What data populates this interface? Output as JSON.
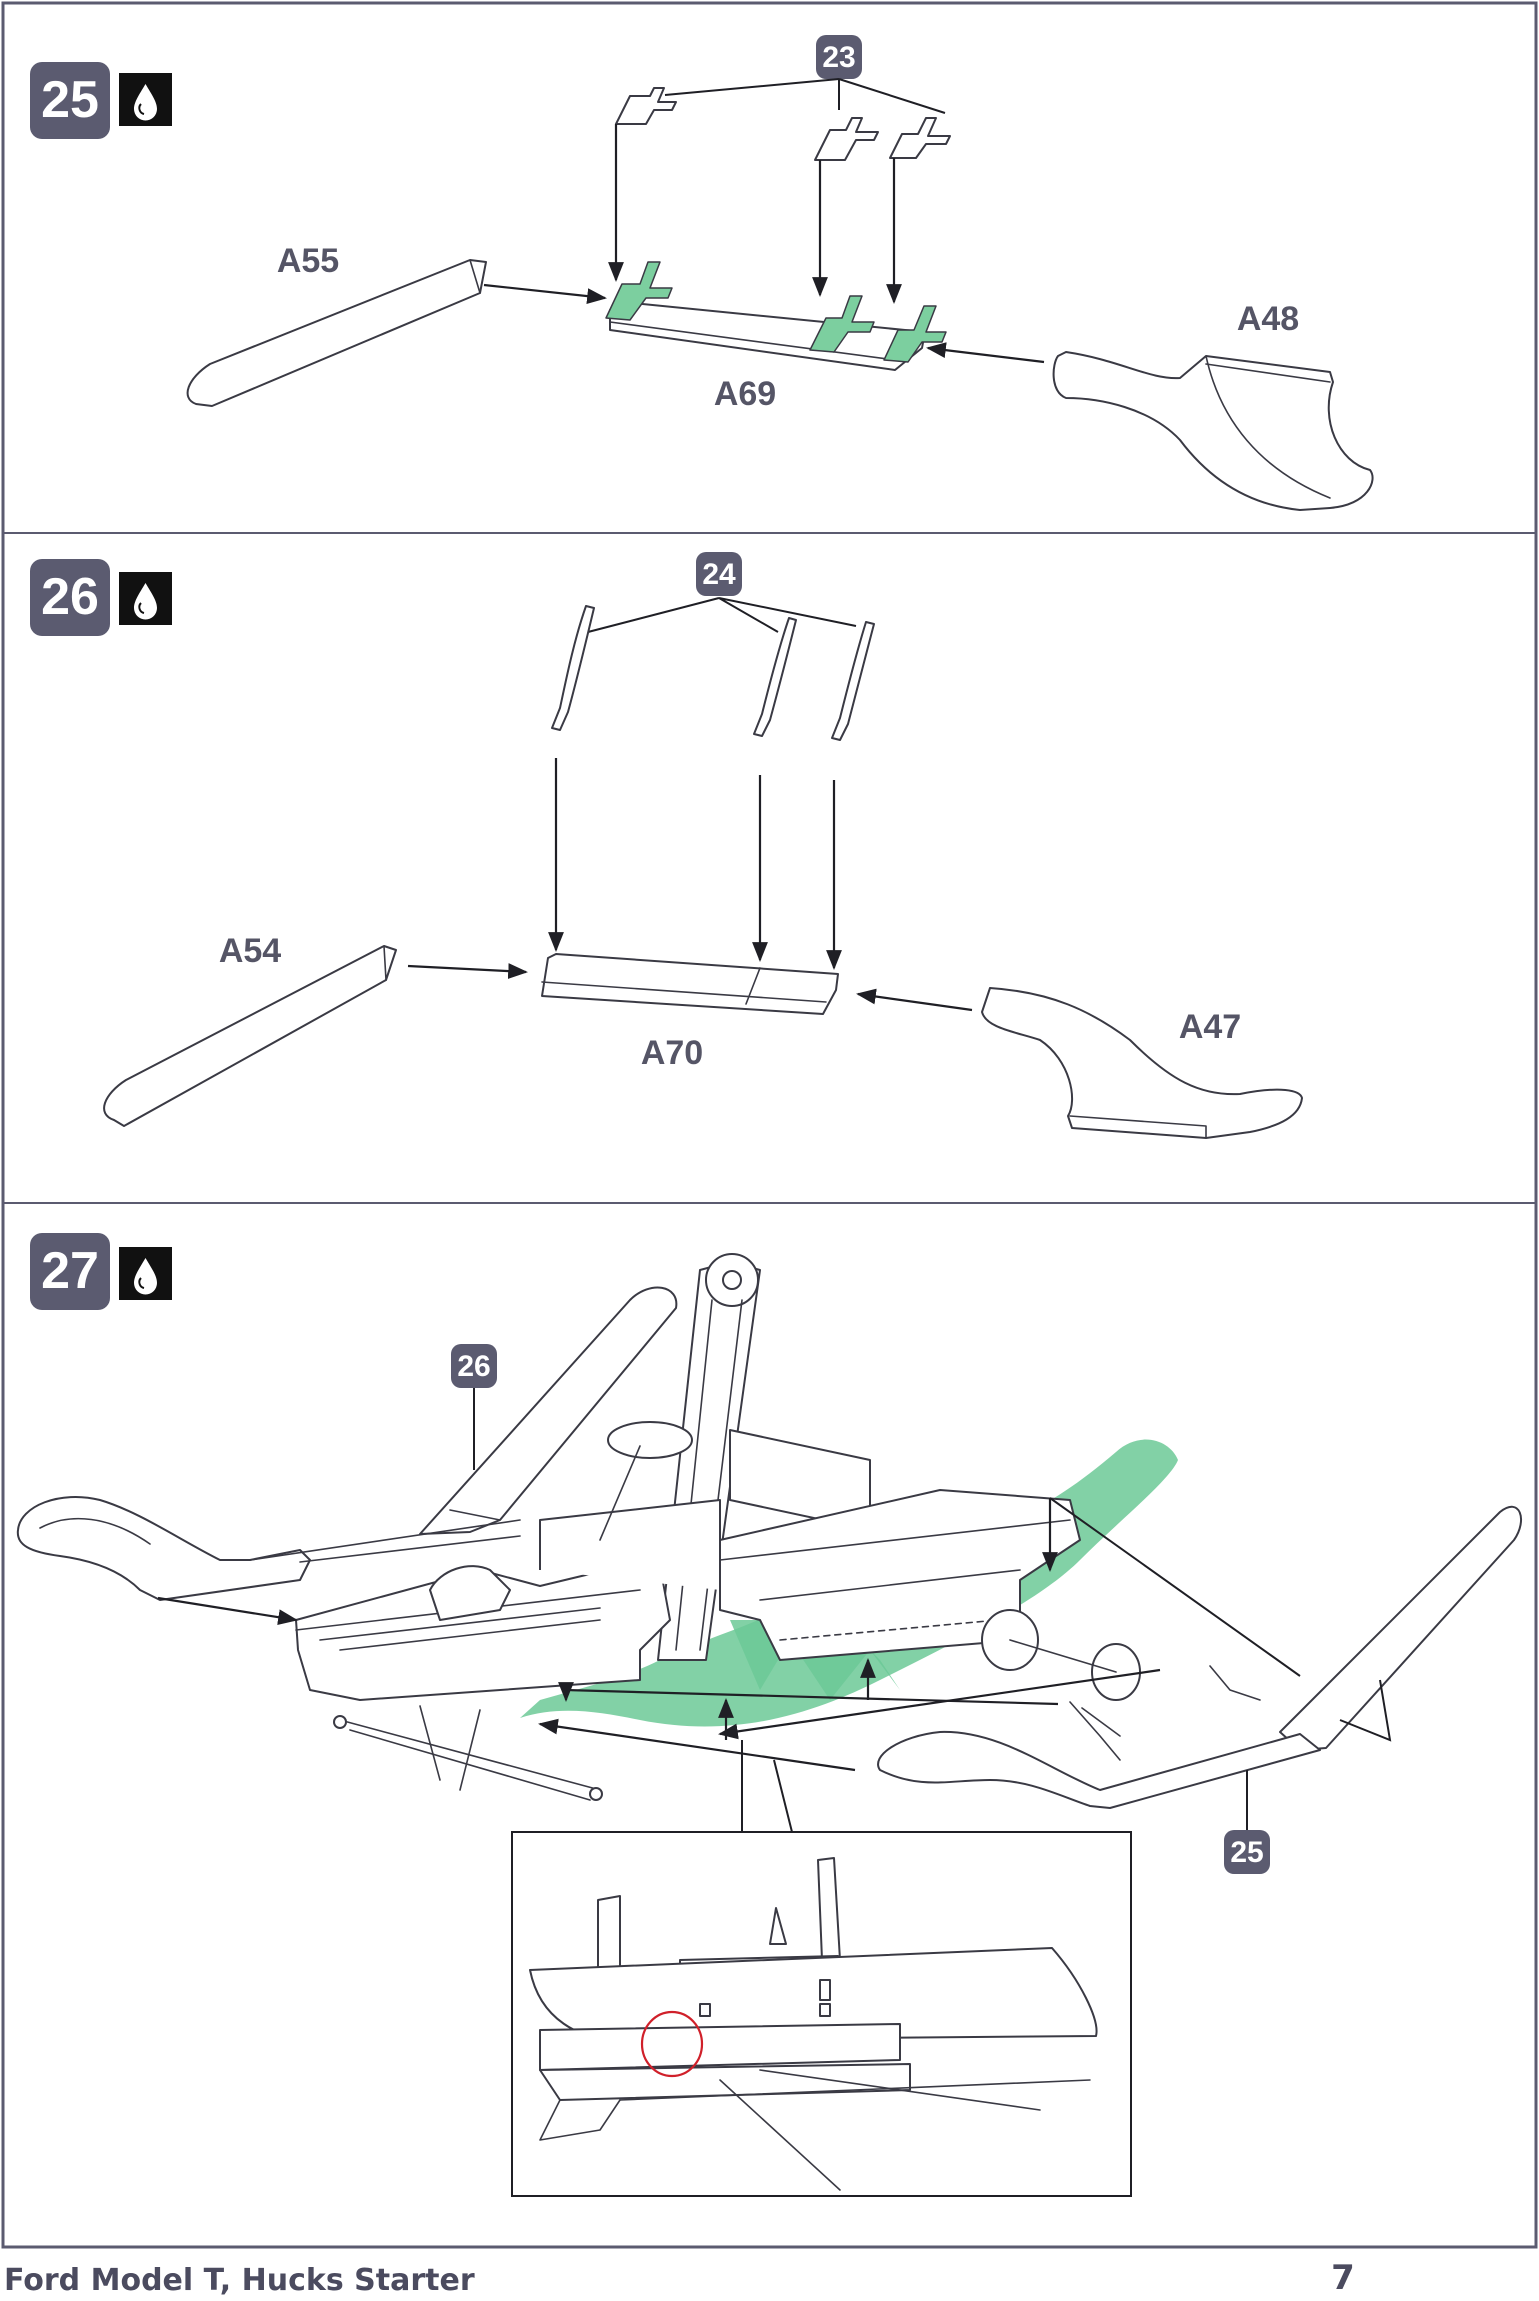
{
  "colors": {
    "frame": "#5b5b70",
    "badge": "#5b5b70",
    "highlight": "#7ccf9f",
    "callout_circle": "#d0202a"
  },
  "steps": [
    {
      "number": "25",
      "icon": "glue-drop-icon",
      "subassembly_badge": "23",
      "parts": {
        "left": "A55",
        "center": "A69",
        "right": "A48"
      }
    },
    {
      "number": "26",
      "icon": "glue-drop-icon",
      "subassembly_badge": "24",
      "parts": {
        "left": "A54",
        "center": "A70",
        "right": "A47"
      }
    },
    {
      "number": "27",
      "icon": "glue-drop-icon",
      "subassembly_badges": [
        "26",
        "25"
      ]
    }
  ],
  "footer": {
    "title": "Ford Model T, Hucks Starter",
    "page_number": "7"
  }
}
